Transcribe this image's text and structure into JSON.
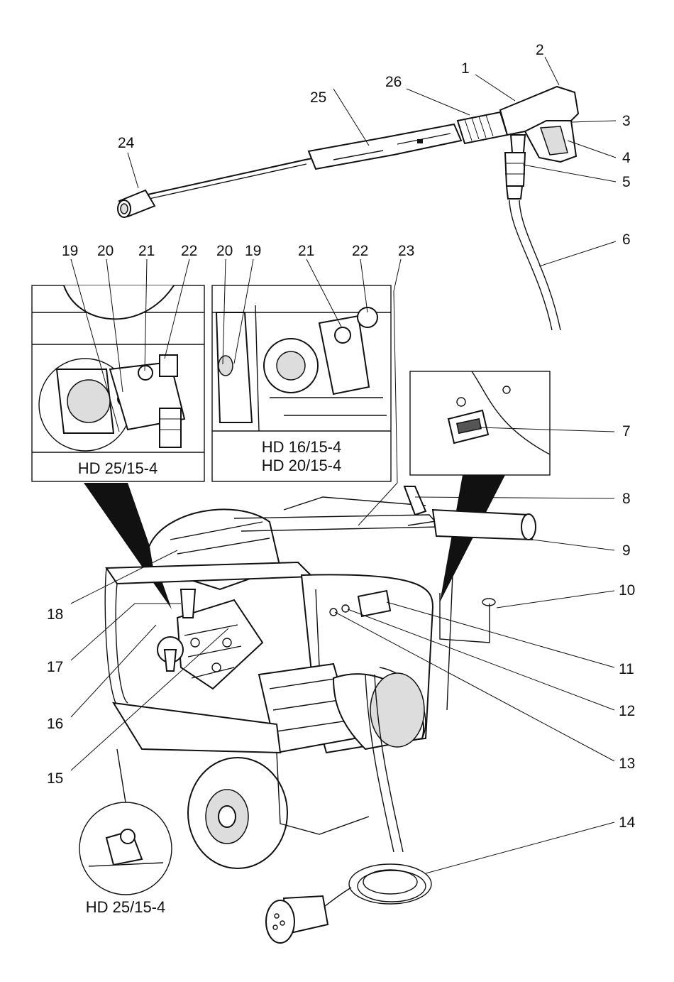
{
  "callouts": [
    "1",
    "2",
    "3",
    "4",
    "5",
    "6",
    "7",
    "8",
    "9",
    "10",
    "11",
    "12",
    "13",
    "14",
    "15",
    "16",
    "17",
    "18",
    "19",
    "20",
    "21",
    "22",
    "23",
    "24",
    "25",
    "26"
  ],
  "insets": {
    "left_caption": "HD 25/15-4",
    "middle_caption_line1": "HD 16/15-4",
    "middle_caption_line2": "HD 20/15-4",
    "bottom_caption": "HD 25/15-4"
  }
}
